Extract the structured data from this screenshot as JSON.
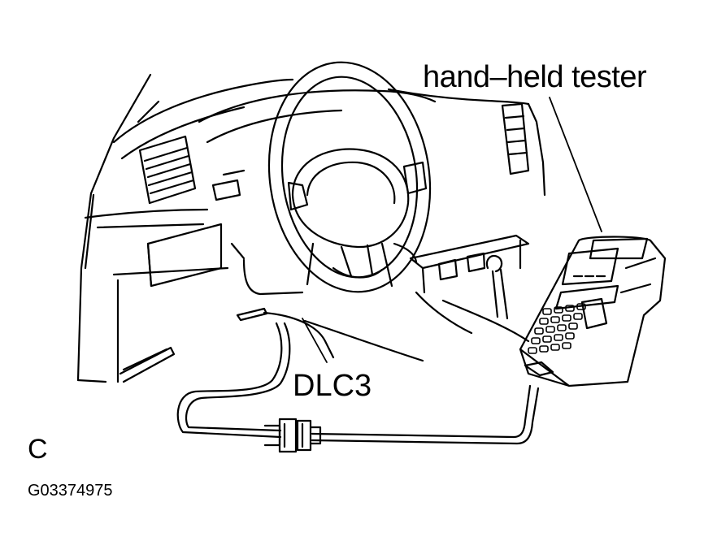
{
  "labels": {
    "tester": "hand–held tester",
    "connector": "DLC3",
    "view": "C",
    "figure_code": "G03374975"
  },
  "colors": {
    "ink": "#000000",
    "paper": "#ffffff"
  }
}
